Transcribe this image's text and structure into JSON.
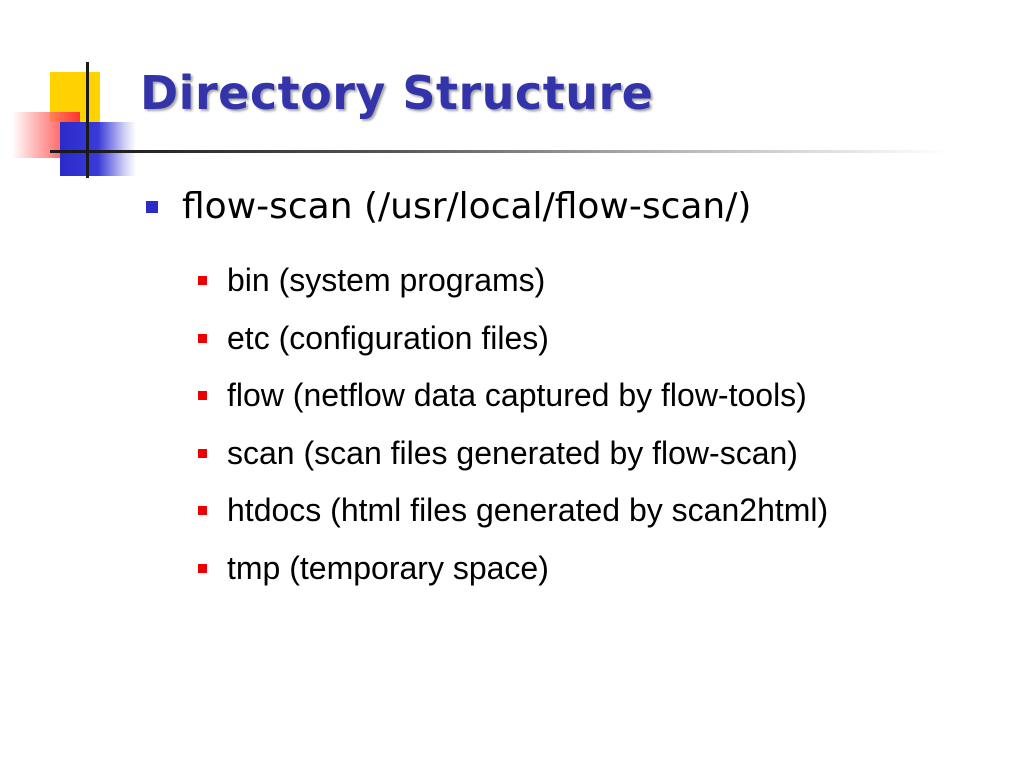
{
  "slide": {
    "title": "Directory Structure",
    "top_item": "flow-scan (/usr/local/flow-scan/)",
    "sub_items": [
      "bin (system programs)",
      "etc (configuration files)",
      "flow (netflow data captured by flow-tools)",
      "scan (scan files generated by flow-scan)",
      "htdocs (html files generated by scan2html)",
      "tmp (temporary space)"
    ]
  },
  "colors": {
    "title": "#3333aa",
    "level1_bullet": "#2b2bc9",
    "level2_bullet": "#ee0000",
    "logo_yellow": "#ffd200",
    "logo_red": "#ff3333",
    "logo_blue": "#2b2bc9"
  }
}
